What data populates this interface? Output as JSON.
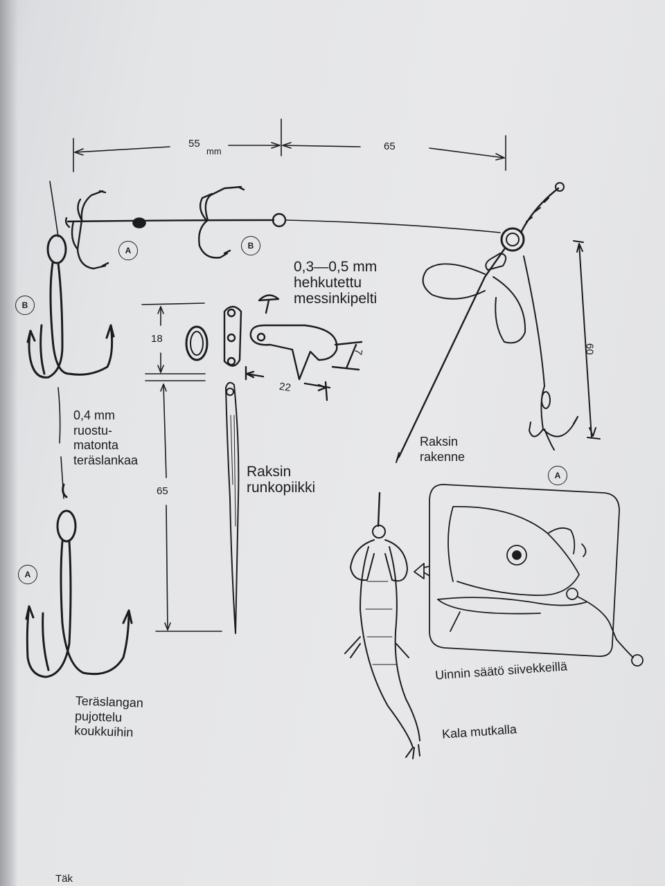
{
  "dimensions": {
    "top_left": "55",
    "top_unit": "mm",
    "top_right": "65",
    "height_18": "18",
    "height_65": "65",
    "width_22": "22",
    "height_7": "7",
    "height_60": "60"
  },
  "markers": {
    "a": "A",
    "b": "B"
  },
  "labels": {
    "sheet_spec": [
      "0,3—0,5 mm",
      "hehkutettu",
      "messinkipelti"
    ],
    "wire_spec": [
      "0,4 mm",
      "ruostu-",
      "matonta",
      "teräslankaa"
    ],
    "spike": [
      "Raksin",
      "runkopiikki"
    ],
    "structure": [
      "Raksin",
      "rakenne"
    ],
    "threading": [
      "Teräslangan",
      "pujottelu",
      "koukkuihin"
    ],
    "fins": "Uinnin säätö siivekkeillä",
    "fish": "Kala mutkalla",
    "footer": "Täk"
  }
}
